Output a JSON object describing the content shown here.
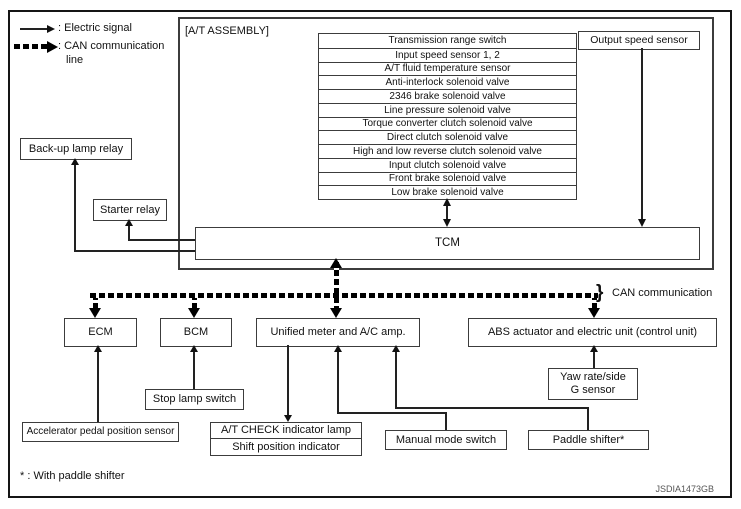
{
  "legend": {
    "electric": ": Electric signal",
    "can_line1": ": CAN communication",
    "can_line2": "line"
  },
  "assembly": {
    "title": "[A/T ASSEMBLY]",
    "components": [
      "Transmission range switch",
      "Input speed sensor 1, 2",
      "A/T fluid temperature sensor",
      "Anti-interlock solenoid valve",
      "2346 brake solenoid valve",
      "Line pressure solenoid valve",
      "Torque converter clutch solenoid valve",
      "Direct clutch solenoid valve",
      "High and low reverse clutch solenoid valve",
      "Input clutch solenoid valve",
      "Front brake solenoid valve",
      "Low brake solenoid valve"
    ],
    "output_speed_sensor": "Output speed sensor",
    "tcm": "TCM"
  },
  "relays": {
    "backup": "Back-up lamp relay",
    "starter": "Starter relay"
  },
  "bus": {
    "label": "CAN communication"
  },
  "modules": {
    "ecm": "ECM",
    "bcm": "BCM",
    "meter": "Unified meter and A/C amp.",
    "abs": "ABS actuator and electric unit (control unit)"
  },
  "devices": {
    "accelerator": "Accelerator pedal position sensor",
    "stop_lamp": "Stop lamp switch",
    "at_check": "A/T CHECK indicator lamp",
    "shift_indicator": "Shift position indicator",
    "manual_mode": "Manual mode switch",
    "paddle": "Paddle shifter*",
    "yaw_line1": "Yaw rate/side",
    "yaw_line2": "G sensor"
  },
  "footer": {
    "note": "* : With paddle shifter",
    "code": "JSDIA1473GB"
  }
}
